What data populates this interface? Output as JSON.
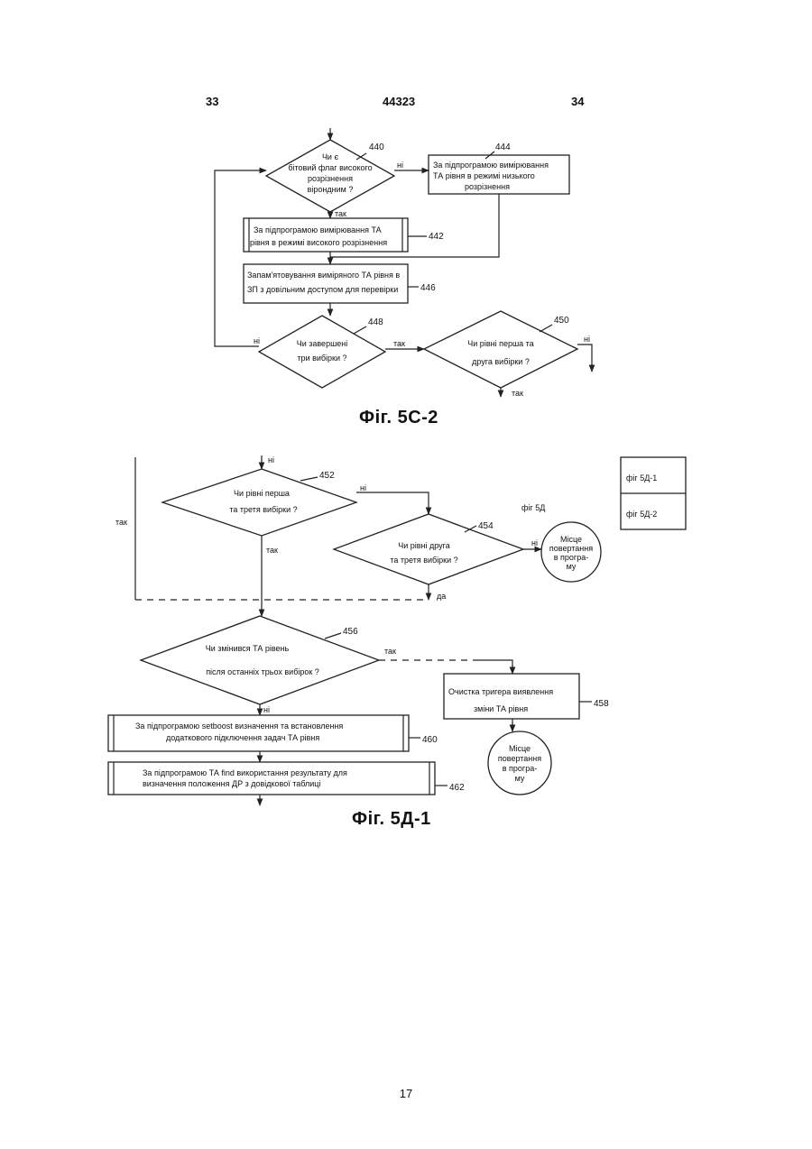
{
  "header": {
    "left": "33",
    "center": "44323",
    "right": "34"
  },
  "fig1": {
    "caption": "Фіг. 5С-2",
    "d440": {
      "ref": "440",
      "lines": [
        "Чи є",
        "бітовий флаг високого",
        "розрізнення",
        "вірондним ?"
      ]
    },
    "b444": {
      "ref": "444",
      "lines": [
        "За підпрограмою вимірювання",
        "ТА рівня в режимі низького",
        "розрізнення"
      ]
    },
    "b442": {
      "ref": "442",
      "lines": [
        "За підпрограмою        вимірювання  ТА",
        "рівня в режимі високого розрізнення"
      ]
    },
    "b446": {
      "ref": "446",
      "lines": [
        "Запам'ятовування виміряного ТА рівня в",
        "ЗП з довільним доступом для перевірки"
      ]
    },
    "d448": {
      "ref": "448",
      "lines": [
        "Чи завершені",
        "три вибірки ?"
      ]
    },
    "d450": {
      "ref": "450",
      "lines": [
        "Чи рівні перша та",
        "друга вибірки ?"
      ]
    },
    "labels": {
      "no1": "ні",
      "yes1": "так",
      "no2": "ні",
      "yes2": "так",
      "no3": "ні",
      "yes3": "так"
    }
  },
  "fig2": {
    "caption": "Фіг. 5Д-1",
    "d452": {
      "ref": "452",
      "lines": [
        "Чи рівні   перша",
        "та третя вибірки ?"
      ]
    },
    "d454": {
      "ref": "454",
      "lines": [
        "Чи рівні друга",
        "та третя вибірки ?"
      ]
    },
    "d456": {
      "ref": "456",
      "lines": [
        "Чи змінився ТА рівень",
        "після останніх трьох вибірок ?"
      ]
    },
    "b458": {
      "ref": "458",
      "lines": [
        "Очистка тригера виявлення",
        "зміни ТА рівня"
      ]
    },
    "b460": {
      "ref": "460",
      "lines": [
        "За підпрограмою setboost визначення та встановлення",
        "додаткового підключення задач ТА рівня"
      ]
    },
    "b462": {
      "ref": "462",
      "lines": [
        "За підпрограмою ТА find використання результату для",
        "визначення положення ДР з довідкової таблиці"
      ]
    },
    "circle1": [
      "Місце",
      "повертання",
      "в програ-",
      "му"
    ],
    "circle2": [
      "Місце",
      "повертання",
      "в програ-",
      "му"
    ],
    "legend": {
      "title": "фіг  5Д",
      "item1": "фіг  5Д-1",
      "item2": "фіг  5Д-2"
    },
    "labels": {
      "no_top": "ні",
      "no452": "ні",
      "yes_left": "так",
      "yes452": "так",
      "no454": "ні",
      "yes454": "да",
      "yes456": "так",
      "no456": "ні"
    }
  },
  "page_number": "17"
}
